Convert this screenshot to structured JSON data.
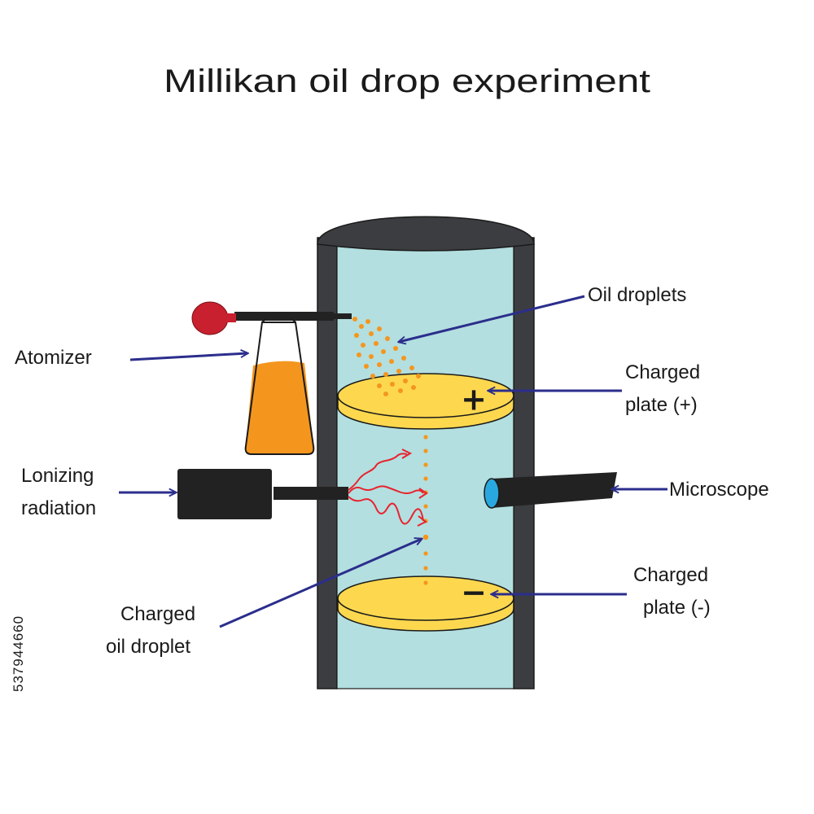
{
  "title": "Millikan oil drop experiment",
  "labels": {
    "oil_droplets": "Oil droplets",
    "atomizer": "Atomizer",
    "charged_plate_pos_1": "Charged",
    "charged_plate_pos_2": "plate (+)",
    "ionizing_1": "Lonizing",
    "ionizing_2": "radiation",
    "microscope": "Microscope",
    "charged_droplet_1": "Charged",
    "charged_droplet_2": "oil droplet",
    "charged_plate_neg_1": "Charged",
    "charged_plate_neg_2": "plate (-)"
  },
  "signs": {
    "plus": "+",
    "minus": "−"
  },
  "watermark_id": "537944660",
  "colors": {
    "chamber_wall": "#3c3d40",
    "chamber_inner": "#b3dfe0",
    "plate": "#fdd84f",
    "oil": "#f4961e",
    "bulb": "#c8202e",
    "radiation": "#e8232e",
    "lens": "#29a8e0",
    "arrow": "#2b2e8c",
    "device": "#222222"
  }
}
